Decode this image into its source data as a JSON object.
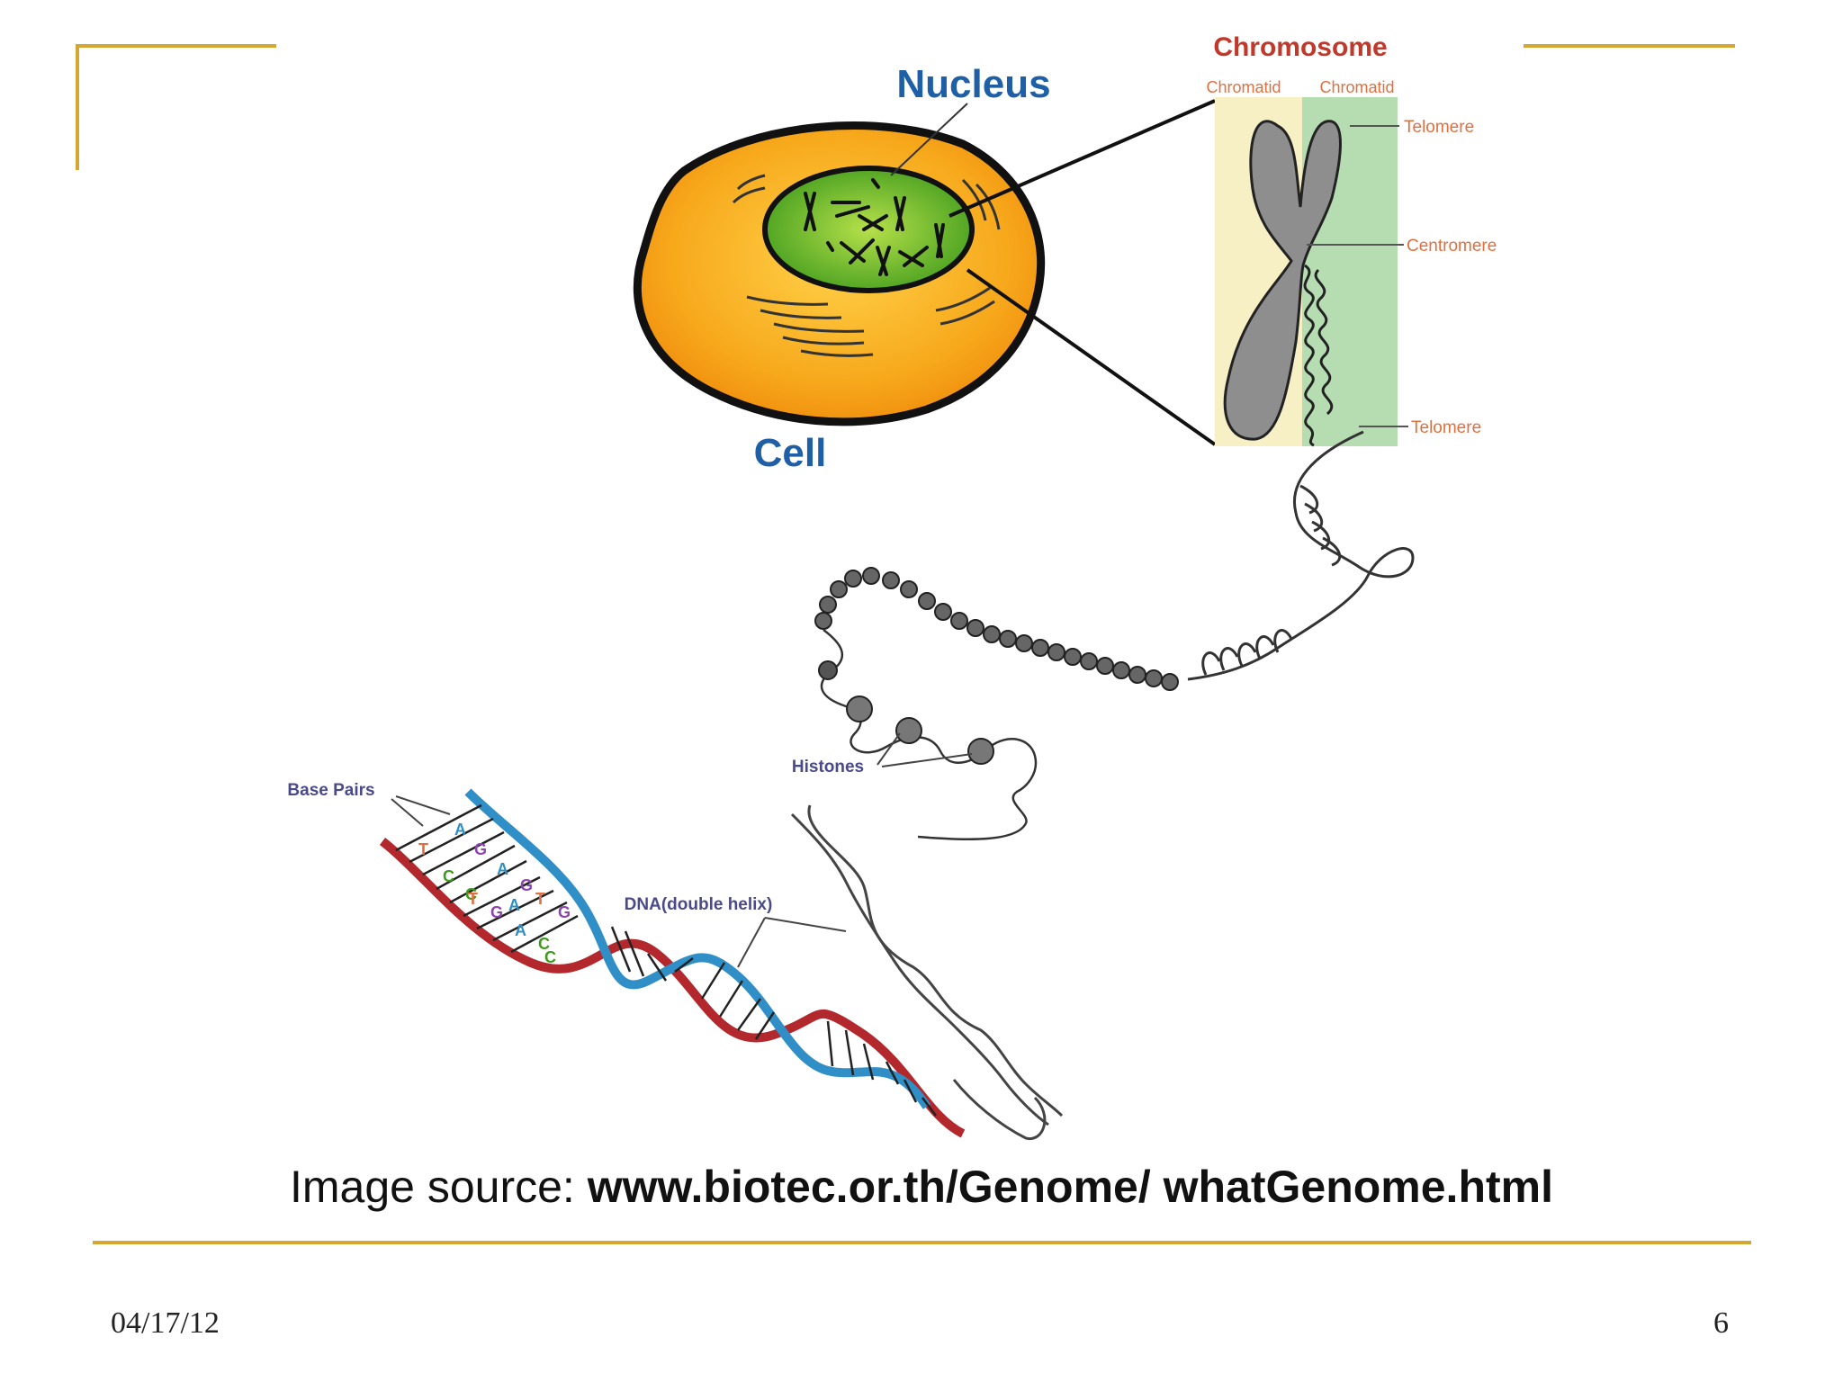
{
  "labels": {
    "nucleus": "Nucleus",
    "cell": "Cell",
    "chromosome": "Chromosome",
    "chromatid_left": "Chromatid",
    "chromatid_right": "Chromatid",
    "telomere_top": "Telomere",
    "centromere": "Centromere",
    "telomere_bottom": "Telomere",
    "histones": "Histones",
    "base_pairs": "Base Pairs",
    "dna_double_helix": "DNA(double helix)"
  },
  "bases": [
    "T",
    "A",
    "C",
    "G",
    "A",
    "C",
    "G",
    "T",
    "G",
    "A",
    "C",
    "T",
    "G",
    "A",
    "C"
  ],
  "caption": {
    "prefix": "Image source: ",
    "source": "www.biotec.or.th/Genome/ whatGenome.html"
  },
  "footer": {
    "date": "04/17/12",
    "page": "6"
  },
  "colors": {
    "accent_gold": "#d4a830",
    "nucleus_label": "#1f5fa6",
    "chromosome_label": "#c0392b",
    "small_label": "#e07040",
    "dna_label": "#4a4a8a",
    "strand_red": "#b3282d",
    "strand_blue": "#2f8fc6"
  }
}
